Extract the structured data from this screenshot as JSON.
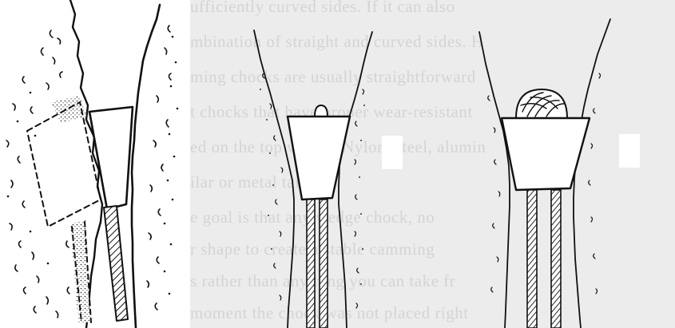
{
  "background_text": [
    "ufficiently curved sides. If it can also",
    "mbination of straight and curved sides. H",
    "ming chocks are usually straightforward",
    "t chocks that have proper wear-resistant",
    "ed on the top wedge. Nylon, steel, alumin",
    "ilar or metal tail.",
    "e goal is that any wedge chock, no",
    "r shape to create a stable camming",
    "s rather than anything you can take fr",
    "moment the chock was not placed right"
  ],
  "figures": [
    "offset-chock-placement",
    "wire-chock-in-crack",
    "rope-chock-in-crack"
  ],
  "colors": {
    "ink": "#111111",
    "paper": "#ffffff",
    "scan": "#ececec"
  }
}
